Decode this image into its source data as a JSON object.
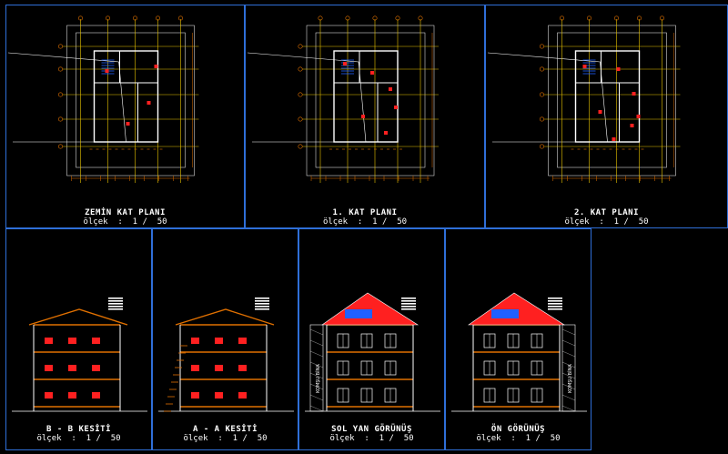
{
  "palette": {
    "frame": "#2f6fd8",
    "wall": "#ffffff",
    "axis": "#e8c400",
    "dim": "#e07000",
    "red": "#ff2020",
    "blue": "#2060ff",
    "brown": "#a0522d"
  },
  "plans": [
    {
      "title": "ZEMİN KAT PLANI",
      "scale": "ölçek  :  1 /  50"
    },
    {
      "title": "1. KAT PLANI",
      "scale": "ölçek  :  1 /  50"
    },
    {
      "title": "2. KAT PLANI",
      "scale": "ölçek  :  1 /  50"
    }
  ],
  "elevations": [
    {
      "title": "B - B KESİTİ",
      "scale": "ölçek  :  1 /  50",
      "side_label": ""
    },
    {
      "title": "A - A KESİTİ",
      "scale": "ölçek  :  1 /  50",
      "side_label": ""
    },
    {
      "title": "SOL YAN GÖRÜNÜŞ",
      "scale": "ölçek  :  1 /  50",
      "side_label": "KOMŞU BİNA"
    },
    {
      "title": "ÖN GÖRÜNÜŞ",
      "scale": "ölçek  :  1 /  50",
      "side_label": "KOMŞU BİNA"
    }
  ]
}
